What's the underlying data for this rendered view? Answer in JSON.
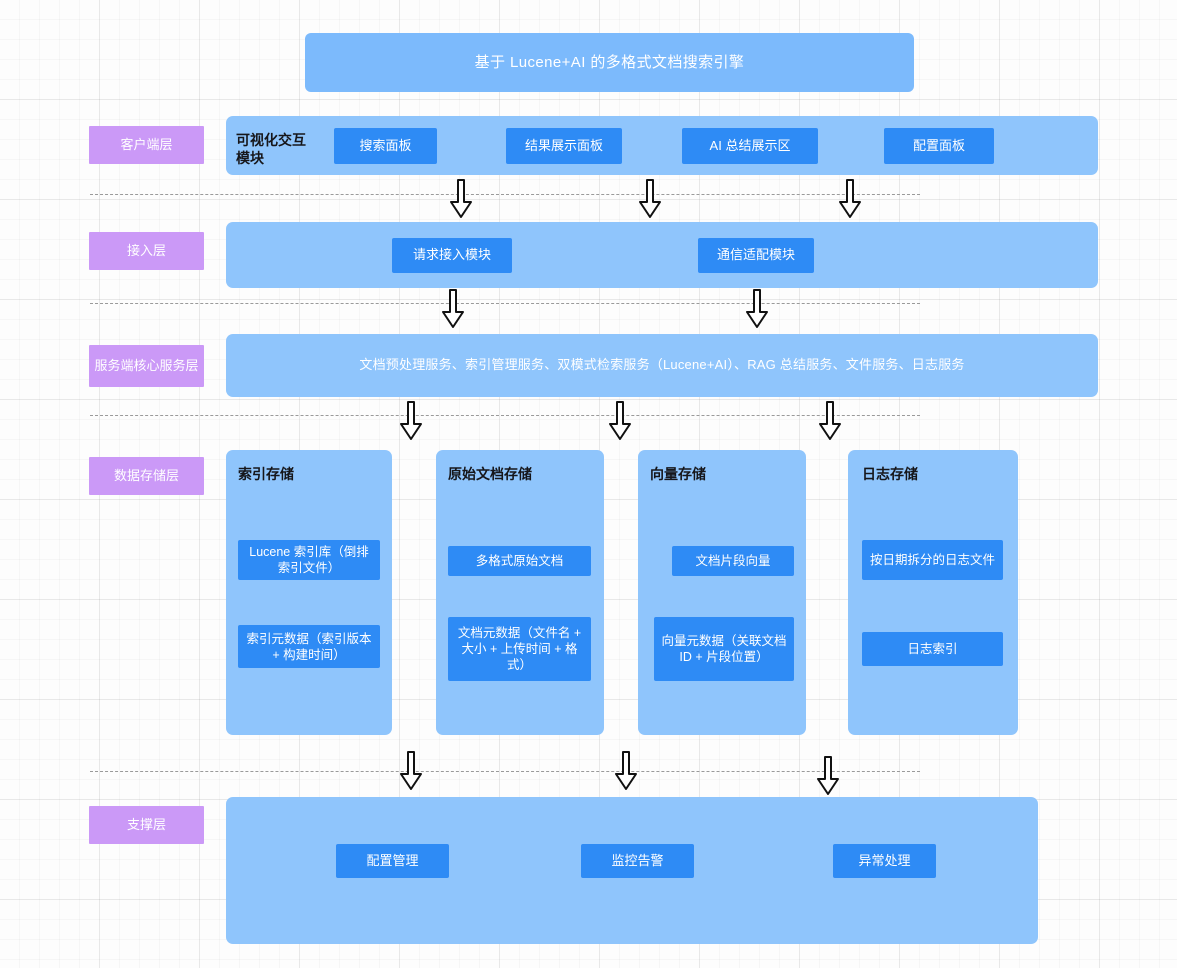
{
  "diagram": {
    "title": "基于 Lucene+AI 的多格式文档搜索引擎",
    "colors": {
      "title_banner": "#7cbafc",
      "layer_chip_purple": "#cb99f7",
      "layer_band_light_blue": "#8fc5fc",
      "inner_chip_blue": "#2e8bf5",
      "dashed_separator": "#9a9a9a",
      "arrow_outline": "#000000",
      "canvas_background": "#fdfdfd"
    },
    "layers": [
      {
        "id": "client",
        "label": "客户端层",
        "module_caption": "可视化交互模块",
        "items": [
          {
            "label": "搜索面板"
          },
          {
            "label": "结果展示面板"
          },
          {
            "label": "AI 总结展示区"
          },
          {
            "label": "配置面板"
          }
        ]
      },
      {
        "id": "access",
        "label": "接入层",
        "module_caption": "",
        "items": [
          {
            "label": "请求接入模块"
          },
          {
            "label": "通信适配模块"
          }
        ]
      },
      {
        "id": "server-core",
        "label": "服务端核心服务层",
        "module_caption": "",
        "items": [
          {
            "label": "文档预处理服务、索引管理服务、双模式检索服务（Lucene+AI）、RAG 总结服务、文件服务、日志服务"
          }
        ]
      },
      {
        "id": "data-storage",
        "label": "数据存储层",
        "module_caption": "",
        "columns": [
          {
            "title": "索引存储",
            "items": [
              {
                "label": "Lucene 索引库（倒排索引文件）"
              },
              {
                "label": "索引元数据（索引版本 + 构建时间）"
              }
            ]
          },
          {
            "title": "原始文档存储",
            "items": [
              {
                "label": "多格式原始文档"
              },
              {
                "label": "文档元数据（文件名 + 大小 + 上传时间 + 格式）"
              }
            ]
          },
          {
            "title": "向量存储",
            "items": [
              {
                "label": "文档片段向量"
              },
              {
                "label": "向量元数据（关联文档 ID + 片段位置）"
              }
            ]
          },
          {
            "title": "日志存储",
            "items": [
              {
                "label": "按日期拆分的日志文件"
              },
              {
                "label": "日志索引"
              }
            ]
          }
        ]
      },
      {
        "id": "support",
        "label": "支撑层",
        "module_caption": "",
        "items": [
          {
            "label": "配置管理"
          },
          {
            "label": "监控告警"
          },
          {
            "label": "异常处理"
          }
        ]
      }
    ],
    "connectors": {
      "icon": "down-arrow-icon",
      "groups": [
        {
          "between": "客户端层 → 接入层",
          "count": 3
        },
        {
          "between": "接入层 → 服务端核心服务层",
          "count": 2
        },
        {
          "between": "服务端核心服务层 → 数据存储层",
          "count": 3
        },
        {
          "between": "数据存储层 → 支撑层",
          "count": 3
        }
      ]
    }
  }
}
